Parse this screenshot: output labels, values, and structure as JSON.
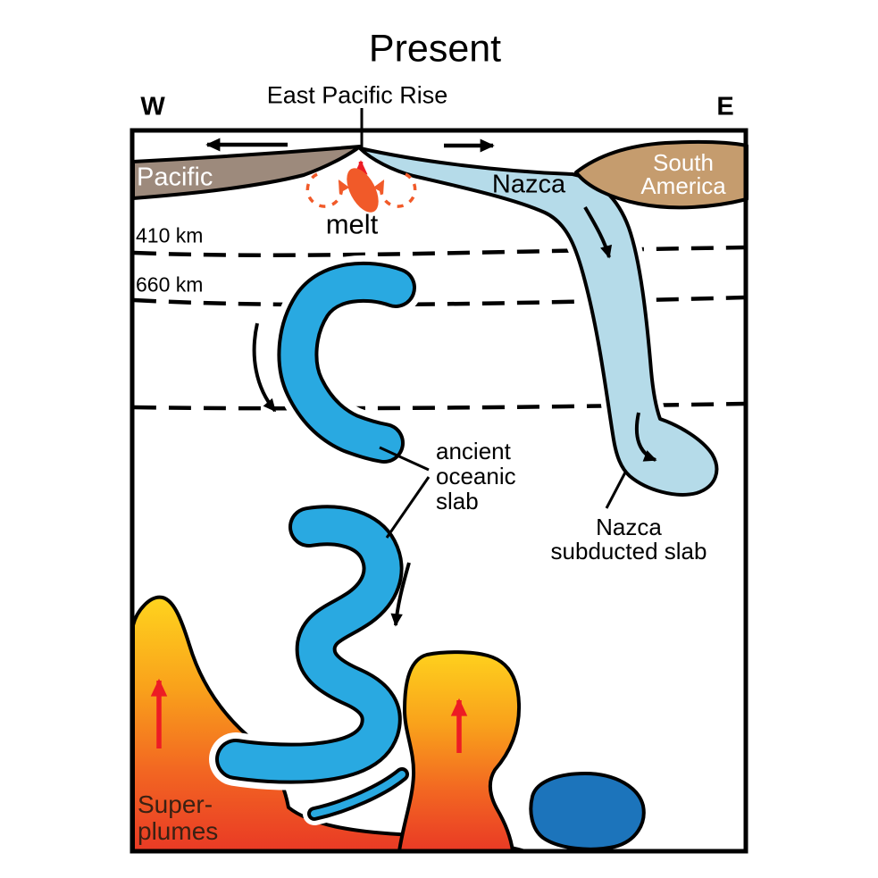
{
  "title": "Present",
  "compass": {
    "west": "W",
    "east": "E"
  },
  "surface": {
    "ridge_label": "East Pacific Rise",
    "pacific_plate": "Pacific",
    "nazca_plate": "Nazca",
    "south_america_line1": "South",
    "south_america_line2": "America",
    "melt_label": "melt"
  },
  "mantle": {
    "depth_410": "410 km",
    "depth_660": "660 km",
    "ancient_slab_line1": "ancient",
    "ancient_slab_line2": "oceanic",
    "ancient_slab_line3": "slab",
    "nazca_subducted_line1": "Nazca",
    "nazca_subducted_line2": "subducted slab",
    "superplumes_line1": "Super-",
    "superplumes_line2": "plumes"
  },
  "colors": {
    "outline": "#000000",
    "pacific_plate": "#9d8a7c",
    "nazca_slab": "#b5dbe9",
    "south_america": "#c59c6e",
    "ancient_slab": "#29a9e1",
    "deep_blob": "#1c74bb",
    "melt": "#f15a29",
    "red_arrow": "#ed1c24",
    "plume_top": "#ffd81e",
    "plume_mid": "#f9a11b",
    "plume_deep": "#f26522",
    "plume_bottom": "#e93a25",
    "superplumes_text": "#3a2113"
  }
}
